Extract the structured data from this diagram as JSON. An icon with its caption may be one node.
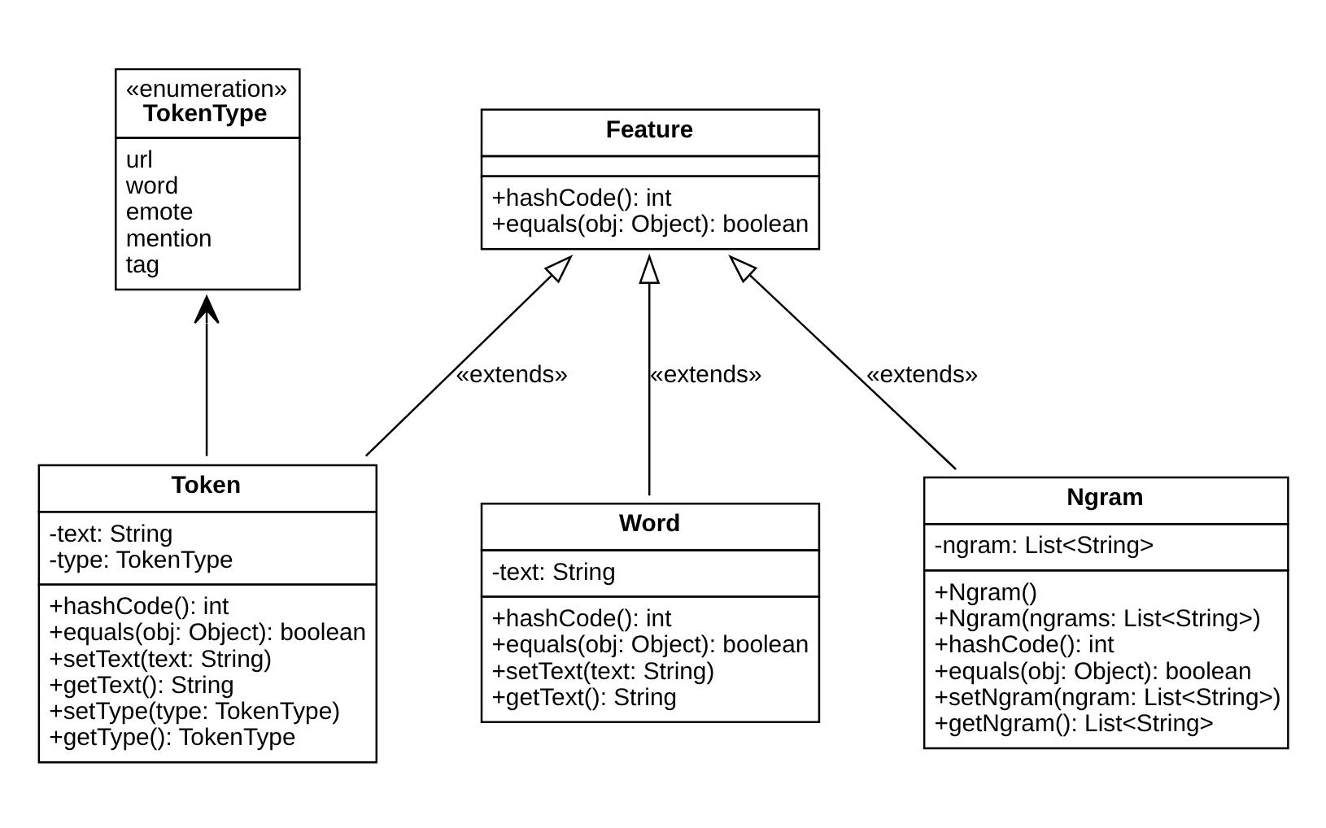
{
  "diagram": {
    "nodes": [
      {
        "text": [
          "«enumeration»",
          "TokenType",
          "url",
          "word",
          "emote",
          "mention",
          "tag"
        ]
      },
      {
        "text": [
          "Feature",
          "+hashCode(): int",
          "+equals(obj: Object): boolean"
        ]
      },
      {
        "text": [
          "Token",
          "-text: String",
          "-type: TokenType",
          "+hashCode(): int",
          "+equals(obj: Object): boolean",
          "+setText(text: String)",
          "+getText(): String",
          "+setType(type: TokenType)",
          "+getType(): TokenType"
        ]
      },
      {
        "text": [
          "Word",
          "-text: String",
          "+hashCode(): int",
          "+equals(obj: Object): boolean",
          "+setText(text: String)",
          "+getText(): String"
        ]
      },
      {
        "text": [
          "Ngram",
          "-ngram: List<String>",
          "+Ngram()",
          "+Ngram(ngrams: List<String>)",
          "+hashCode(): int",
          "+equals(obj: Object): boolean",
          "+setNgram(ngram: List<String>)",
          "+getNgram(): List<String>"
        ]
      }
    ],
    "edges": [
      {
        "from": 2,
        "to": 0,
        "arrow": "to"
      },
      {
        "from": 2,
        "to": 1,
        "arrow": "to",
        "label": "«extends»"
      },
      {
        "from": 3,
        "to": 1,
        "arrow": "to",
        "label": "«extends»"
      },
      {
        "from": 4,
        "to": 1,
        "arrow": "to",
        "label": "«extends»"
      }
    ]
  }
}
